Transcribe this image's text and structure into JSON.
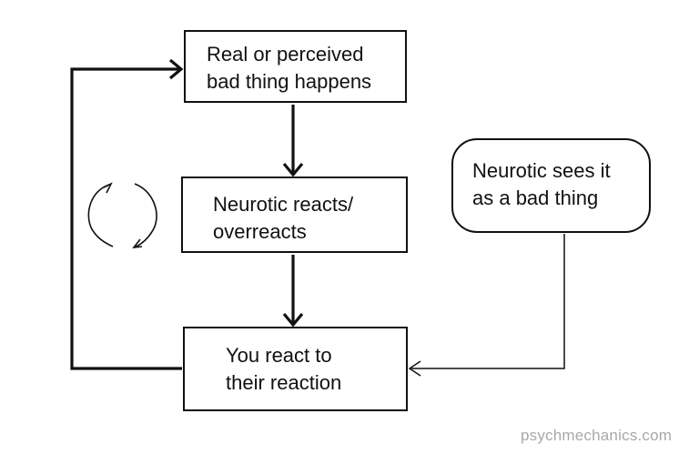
{
  "nodes": {
    "top": {
      "line1": "Real or perceived",
      "line2": "bad thing happens"
    },
    "middle": {
      "line1": "Neurotic reacts/",
      "line2": "overreacts"
    },
    "bottom": {
      "line1": "You react to",
      "line2": "their reaction"
    },
    "side": {
      "line1": "Neurotic sees it",
      "line2": "as a bad thing"
    }
  },
  "watermark": "psychmechanics.com",
  "colors": {
    "stroke": "#111111",
    "watermark": "#a8a8a8"
  },
  "icons": {
    "cycle": "cycle-arrows-icon"
  }
}
